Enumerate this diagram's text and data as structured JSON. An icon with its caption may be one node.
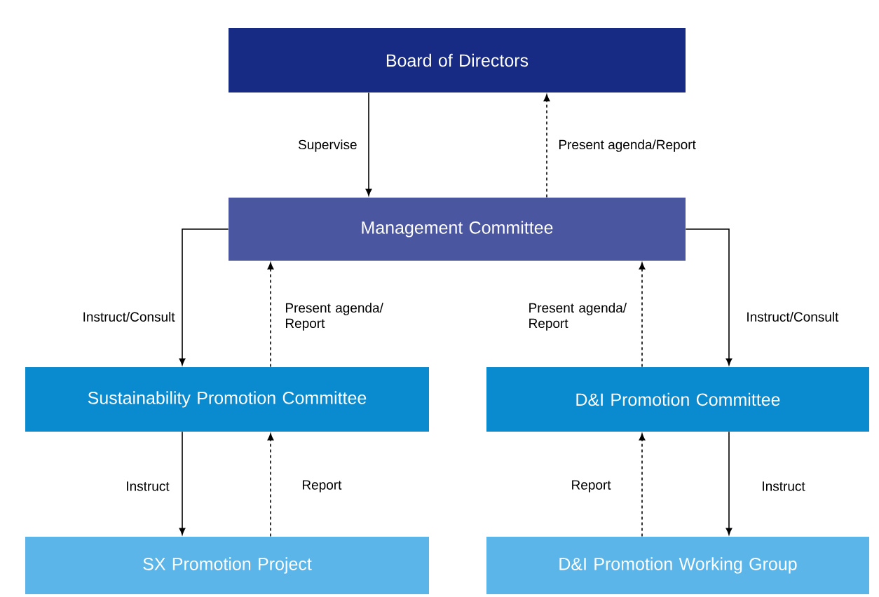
{
  "diagram": {
    "nodes": [
      {
        "text": [
          "Board of Directors"
        ]
      },
      {
        "text": [
          "Management Committee"
        ]
      },
      {
        "text": [
          "Sustainability Promotion Committee"
        ]
      },
      {
        "text": [
          "D&I Promotion Committee"
        ]
      },
      {
        "text": [
          "SX Promotion Project"
        ]
      },
      {
        "text": [
          "D&I Promotion Working Group"
        ]
      }
    ],
    "edges": [
      {
        "from": 0,
        "to": 1,
        "arrow": "to",
        "label": "Supervise"
      },
      {
        "from": 1,
        "to": 0,
        "arrow": "to",
        "style": "dashed",
        "label": "Present agenda/Report"
      },
      {
        "from": 1,
        "to": 2,
        "arrow": "to",
        "label": "Instruct/Consult"
      },
      {
        "from": 2,
        "to": 1,
        "arrow": "to",
        "style": "dashed",
        "label": "Present agenda/ Report"
      },
      {
        "from": 3,
        "to": 1,
        "arrow": "to",
        "style": "dashed",
        "label": "Present agenda/ Report"
      },
      {
        "from": 1,
        "to": 3,
        "arrow": "to",
        "label": "Instruct/Consult"
      },
      {
        "from": 2,
        "to": 4,
        "arrow": "to",
        "label": "Instruct"
      },
      {
        "from": 4,
        "to": 2,
        "arrow": "to",
        "style": "dashed",
        "label": "Report"
      },
      {
        "from": 5,
        "to": 3,
        "arrow": "to",
        "style": "dashed",
        "label": "Report"
      },
      {
        "from": 3,
        "to": 5,
        "arrow": "to",
        "label": "Instruct"
      }
    ]
  }
}
